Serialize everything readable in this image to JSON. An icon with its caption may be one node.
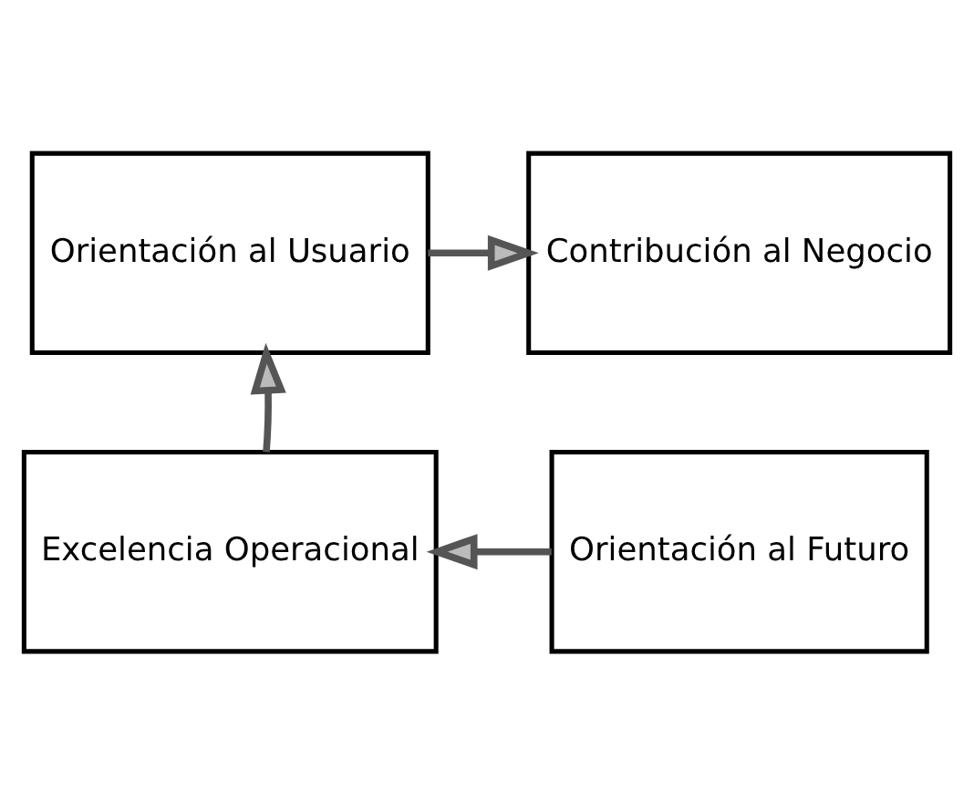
{
  "diagram": {
    "nodes": [
      {
        "text": [
          "Orientación al Usuario"
        ]
      },
      {
        "text": [
          "Contribución al Negocio"
        ]
      },
      {
        "text": [
          "Excelencia Operacional"
        ]
      },
      {
        "text": [
          "Orientación al Futuro"
        ]
      }
    ],
    "edges": [
      {
        "from": 0,
        "to": 1,
        "arrow": "to"
      },
      {
        "from": 3,
        "to": 2,
        "arrow": "to"
      },
      {
        "from": 2,
        "to": 0,
        "arrow": "to"
      }
    ]
  }
}
